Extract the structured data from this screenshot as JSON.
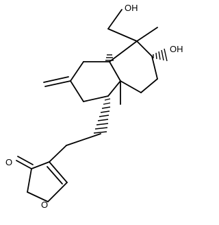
{
  "molecule": {
    "labels": {
      "hydroxymethyl_oh": "OH",
      "ring_hydroxyl_oh": "OH",
      "carbonyl_o": "O",
      "ring_o": "O"
    }
  }
}
